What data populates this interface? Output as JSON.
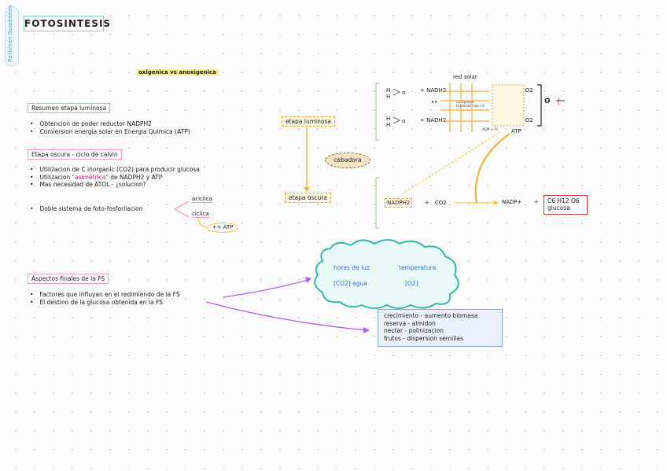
{
  "sidebar_tab": "Resumen Goodnotes",
  "title": "FOTOSINTESIS",
  "subtitle": "oxigenica vs anoxigenica",
  "luminosa": {
    "heading": "Resumen etapa luminosa",
    "items": [
      "Obtencion de poder reductor NADPH2",
      "Conversion energia solar en Energia Quimica (ATP)"
    ]
  },
  "oscura": {
    "heading": "Etapa oscura - ciclo de calvin",
    "item1": "Utilizacion de C inorganic (CO2) para producir glucosa",
    "item2_pre": "Utilizacion",
    "item2_hl": "\"asimétrica\"",
    "item2_post": "de NADPH2 y ATP",
    "item3": "Mas necesidad de ATOL - ¿solucion?",
    "item4": "Doble sistema de foto-fosforilacion",
    "aciclica": "aciclica",
    "ciclica": "ciclica",
    "atp_more": "++ ATP"
  },
  "flow": {
    "etapa_luminosa": "etapa luminosa",
    "cebadora": "cebadora",
    "etapa_oscura": "etapa oscura"
  },
  "diagram": {
    "red_solar": "red solar",
    "h": "H",
    "o": "o",
    "nadh2": "+ NADH2",
    "dots": "••",
    "complejos": "complejos fotosistemas I II",
    "nadph2_o2": "NADPH2 + O2",
    "o2": "O",
    "adp": "ADP + Pi",
    "atp": "ATP",
    "nadph2": "NADPH2",
    "plus": "+",
    "co2": "CO2",
    "nadp": "NADP+",
    "c6_line1": "C6 H12 O6",
    "c6_line2": "glucosa"
  },
  "aspectos": {
    "heading": "Aspectos finales de la FS",
    "items": [
      "Factores que influyan en el redimiendo de la FS",
      "El destino de la glucosa obtenida en la FS"
    ]
  },
  "cloud": {
    "horas": "horas de luz",
    "temperatura": "temperatura",
    "co2_agua": "[CO2] agua",
    "o2": "[O2]"
  },
  "destino": [
    "crecimiento - aumento biomasa",
    "reserva - almidon",
    "nectar - polinizacion",
    "frutos - dispersion semillas"
  ],
  "colors": {
    "accent_yellow": "#f2b43a",
    "purple": "#b65ce8",
    "red": "#c0343a",
    "blue": "#2d6fd8",
    "teal": "#7fd1c7"
  }
}
